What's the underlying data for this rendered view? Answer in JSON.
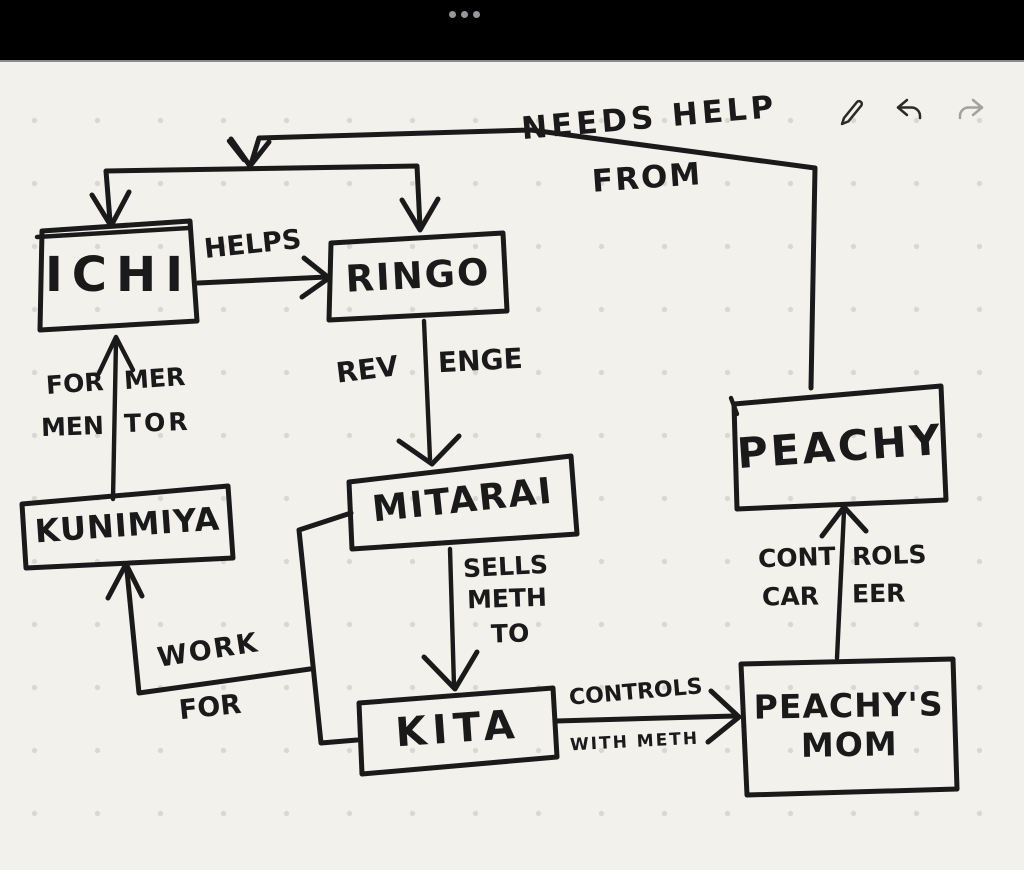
{
  "colors": {
    "ink": "#1a1a1a",
    "canvas": "#f2f1ec",
    "bar": "#000000",
    "dot": "#d8d7d1",
    "icon": "#2b2a28",
    "iconmuted": "#a4a29d",
    "titledot": "#98979b"
  },
  "titlebar": {
    "menu_icon": "three-dots-handle"
  },
  "toolbar": {
    "icons": [
      "pencil-icon",
      "undo-icon",
      "redo-icon"
    ]
  },
  "diagram": {
    "nodes": {
      "ichi": {
        "label": "ICHI"
      },
      "ringo": {
        "label": "RINGO"
      },
      "kunimiya": {
        "label": "KUNIMIYA"
      },
      "mitarai": {
        "label": "MITARAI"
      },
      "kita": {
        "label": "KITA"
      },
      "peachy": {
        "label": "PEACHY"
      },
      "peachys_mom": {
        "line1": "PEACHY'S",
        "line2": "MOM"
      }
    },
    "edge_labels": {
      "helps": "HELPS",
      "needs_help": {
        "l1": "NEEDS HELP",
        "l2": "FROM"
      },
      "former_mentor": {
        "l1a": "FOR",
        "l1b": "MER",
        "l2a": "MEN",
        "l2b": "TOR"
      },
      "revenge": {
        "a": "REV",
        "b": "ENGE"
      },
      "sells_meth": {
        "l1": "SELLS",
        "l2": "METH",
        "l3": "TO"
      },
      "work_for": {
        "l1": "WORK",
        "l2": "FOR"
      },
      "controls_with_meth": {
        "l1": "CONTROLS",
        "l2": "WITH METH"
      },
      "controls_career": {
        "l1a": "CONT",
        "l1b": "ROLS",
        "l2a": "CAR",
        "l2b": "EER"
      }
    },
    "relations": [
      {
        "from": "ICHI",
        "to": "RINGO",
        "label": "HELPS"
      },
      {
        "from": "PEACHY",
        "to": "ICHI + RINGO",
        "label": "NEEDS HELP FROM"
      },
      {
        "from": "KUNIMIYA",
        "to": "ICHI",
        "label": "FORMER MENTOR"
      },
      {
        "from": "RINGO",
        "to": "MITARAI",
        "label": "REVENGE"
      },
      {
        "from": "MITARAI",
        "to": "KITA",
        "label": "SELLS METH TO"
      },
      {
        "from": "KITA",
        "to": "KUNIMIYA",
        "label": "WORK FOR"
      },
      {
        "from": "KITA",
        "to": "PEACHY'S MOM",
        "label": "CONTROLS WITH METH"
      },
      {
        "from": "PEACHY'S MOM",
        "to": "PEACHY",
        "label": "CONTROLS CAREER"
      }
    ]
  }
}
